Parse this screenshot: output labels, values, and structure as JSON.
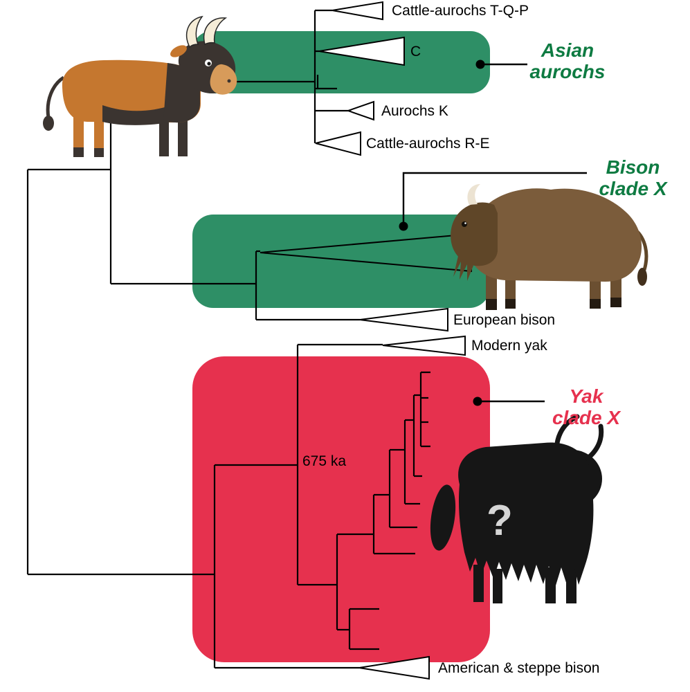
{
  "colors": {
    "clade_box_green": "#2e8f66",
    "clade_box_red": "#e6314e",
    "label_green": "#0e7b42",
    "label_red": "#e6314e",
    "tree_line": "#000000",
    "question_mark": "#d6d6d6"
  },
  "tip_labels": {
    "cattle_aurochs_tqp": "Cattle-aurochs T-Q-P",
    "clade_c": "C",
    "aurochs_k": "Aurochs K",
    "cattle_aurochs_re": "Cattle-aurochs R-E",
    "european_bison": "European bison",
    "modern_yak": "Modern yak",
    "american_steppe_bison": "American & steppe bison"
  },
  "clade_callouts": {
    "asian_aurochs": {
      "line1": "Asian",
      "line2": "aurochs"
    },
    "bison_clade_x": {
      "line1": "Bison",
      "line2": "clade X"
    },
    "yak_clade_x": {
      "line1": "Yak",
      "line2": "clade X"
    }
  },
  "annotations": {
    "divergence_time": "675 ka",
    "unknown_taxon_mark": "?"
  }
}
